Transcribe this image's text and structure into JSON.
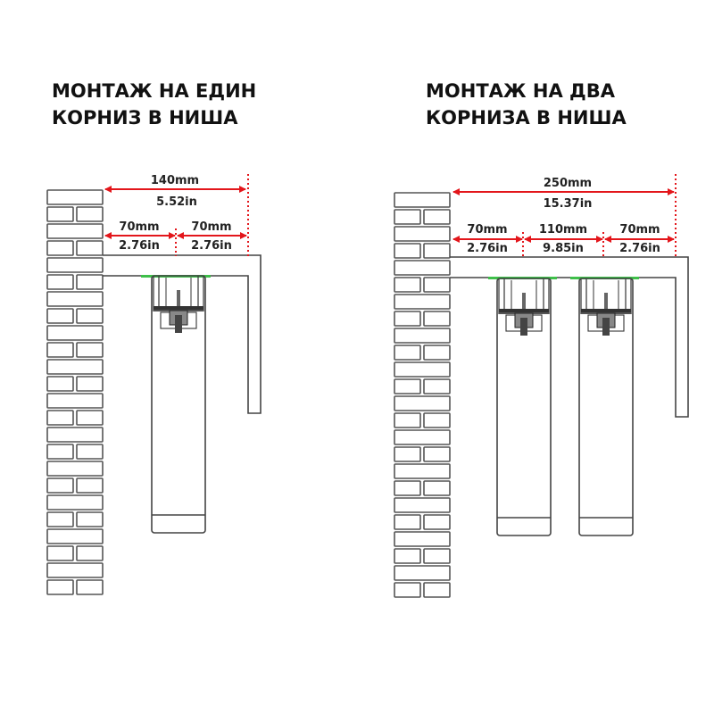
{
  "left_panel": {
    "title_line1": "МОНТАЖ НА ЕДИН",
    "title_line2": "КОРНИЗ В НИША",
    "total_dimension": {
      "mm": "140mm",
      "in": "5.52in"
    },
    "segments": [
      {
        "mm": "70mm",
        "in": "2.76in"
      },
      {
        "mm": "70mm",
        "in": "2.76in"
      }
    ]
  },
  "right_panel": {
    "title_line1": "МОНТАЖ НА ДВА",
    "title_line2": "КОРНИЗА В НИША",
    "total_dimension": {
      "mm": "250mm",
      "in": "15.37in"
    },
    "segments": [
      {
        "mm": "70mm",
        "in": "2.76in"
      },
      {
        "mm": "110mm",
        "in": "9.85in"
      },
      {
        "mm": "70mm",
        "in": "2.76in"
      }
    ]
  },
  "colors": {
    "dimension_red": "#e3161b",
    "mount_green": "#3fbf4a",
    "outline": "#444444"
  }
}
